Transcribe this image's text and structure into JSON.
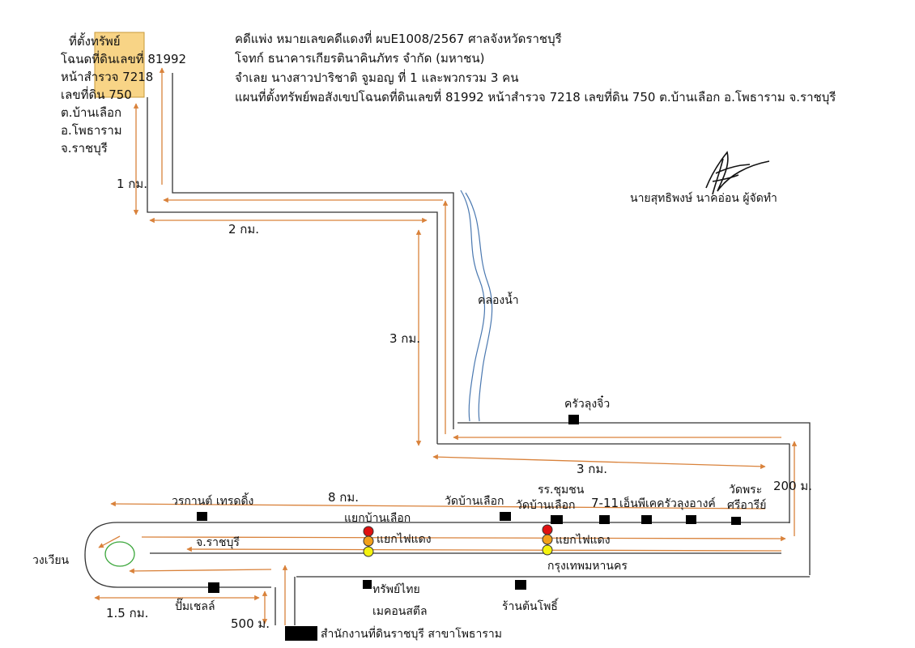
{
  "header": {
    "line1": "คดีแพ่ง หมายเลขคดีแดงที่ ผบE1008/2567 ศาลจังหวัดราชบุรี",
    "line2": "โจทก์ ธนาคารเกียรตินาคินภัทร จำกัด (มหาชน)",
    "line3": "จำเลย นางสาวปาริชาติ จูมอญ ที่ 1 และพวกรวม 3 คน",
    "line4": "แผนที่ตั้งทรัพย์พอสังเขปโฉนดที่ดินเลขที่ 81992 หน้าสำรวจ 7218 เลขที่ดิน 750 ต.บ้านเลือก อ.โพธาราม จ.ราชบุรี"
  },
  "property": {
    "title": "ที่ตั้งทรัพย์",
    "deed": "โฉนดที่ดินเลขที่ 81992",
    "survey": "หน้าสำรวจ 7218",
    "land_no": "เลขที่ดิน 750",
    "subdistrict": "ต.บ้านเลือก",
    "district": "อ.โพธาราม",
    "province": "จ.ราชบุรี"
  },
  "signature": {
    "caption": "นายสุทธิพงษ์ นาคอ่อน ผู้จัดทำ"
  },
  "distances": {
    "d_1km": "1 กม.",
    "d_2km": "2 กม.",
    "d_3km_vertical": "3 กม.",
    "d_3km_horizontal": "3 กม.",
    "d_8km": "8 กม.",
    "d_200m": "200 ม.",
    "d_1_5km": "1.5 กม.",
    "d_500m": "500 ม."
  },
  "places": {
    "canal": "คลองน้ำ",
    "khrua_lung_jiw": "ครัวลุงจิ๋ว",
    "woragan_trading": "วรกานต์ เทรดดิ้ง",
    "wat_ban_lueak": "วัดบ้านเลือก",
    "school_line1": "รร.ชุมชน",
    "school_line2": "วัดบ้านเลือก",
    "seven_eleven": "7-11",
    "np_kitchen": "เอ็นพีเคครัวลุงอางค์",
    "wat_phra_line1": "วัดพระ",
    "wat_phra_line2": "ศรีอารีย์",
    "junction_ban_lueak": "แยกบ้านเลือก",
    "traffic_light_1": "แยกไฟแดง",
    "traffic_light_2": "แยกไฟแดง",
    "to_ratchaburi": "จ.ราชบุรี",
    "to_bangkok": "กรุงเทพมหานคร",
    "roundabout": "วงเวียน",
    "shell_station": "ปั๊มเชลล์",
    "sapthai_line1": "ทรัพย์ไทย",
    "sapthai_line2": "เมคอนสตีล",
    "ton_pho_shop": "ร้านต้นโพธิ์",
    "land_office": "สำนักงานที่ดินราชบุรี สาขาโพธาราม"
  },
  "colors": {
    "road": "#333333",
    "arrow": "#d9823b",
    "property_fill": "#f8d486",
    "canal": "#4a78b0",
    "roundabout": "#3aa63a",
    "light_red": "#e01010",
    "light_amber": "#f2a01a",
    "light_yellow": "#f4f20e",
    "marker": "#000000"
  }
}
